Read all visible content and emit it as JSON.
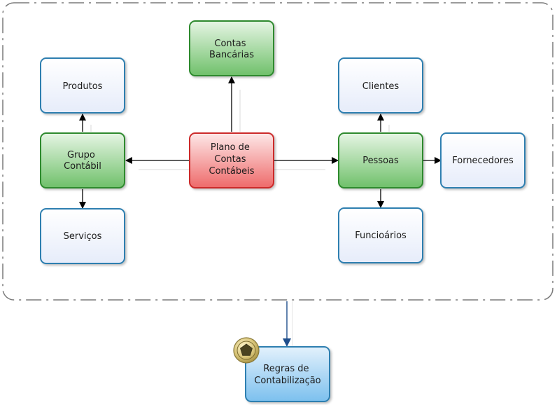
{
  "group": {},
  "nodes": {
    "contas_bancarias": [
      "Contas",
      "Bancárias"
    ],
    "produtos": [
      "Produtos"
    ],
    "clientes": [
      "Clientes"
    ],
    "grupo_contabil": [
      "Grupo",
      "Contábil"
    ],
    "plano": [
      "Plano de",
      "Contas",
      "Contábeis"
    ],
    "pessoas": [
      "Pessoas"
    ],
    "fornecedores": [
      "Fornecedores"
    ],
    "servicos": [
      "Serviços"
    ],
    "funcionarios": [
      "Funcioários"
    ],
    "regras": [
      "Regras de",
      "Contabilização"
    ]
  },
  "colors": {
    "blue_stroke": "#2e7fb0",
    "green_stroke": "#2e8a2e",
    "red_stroke": "#cc2a2a",
    "boundary": "#7a7a7a",
    "arrow": "#000000",
    "flow_arrow": "#1f4e8c"
  },
  "icons": {
    "event": "pentagon-event-icon"
  }
}
